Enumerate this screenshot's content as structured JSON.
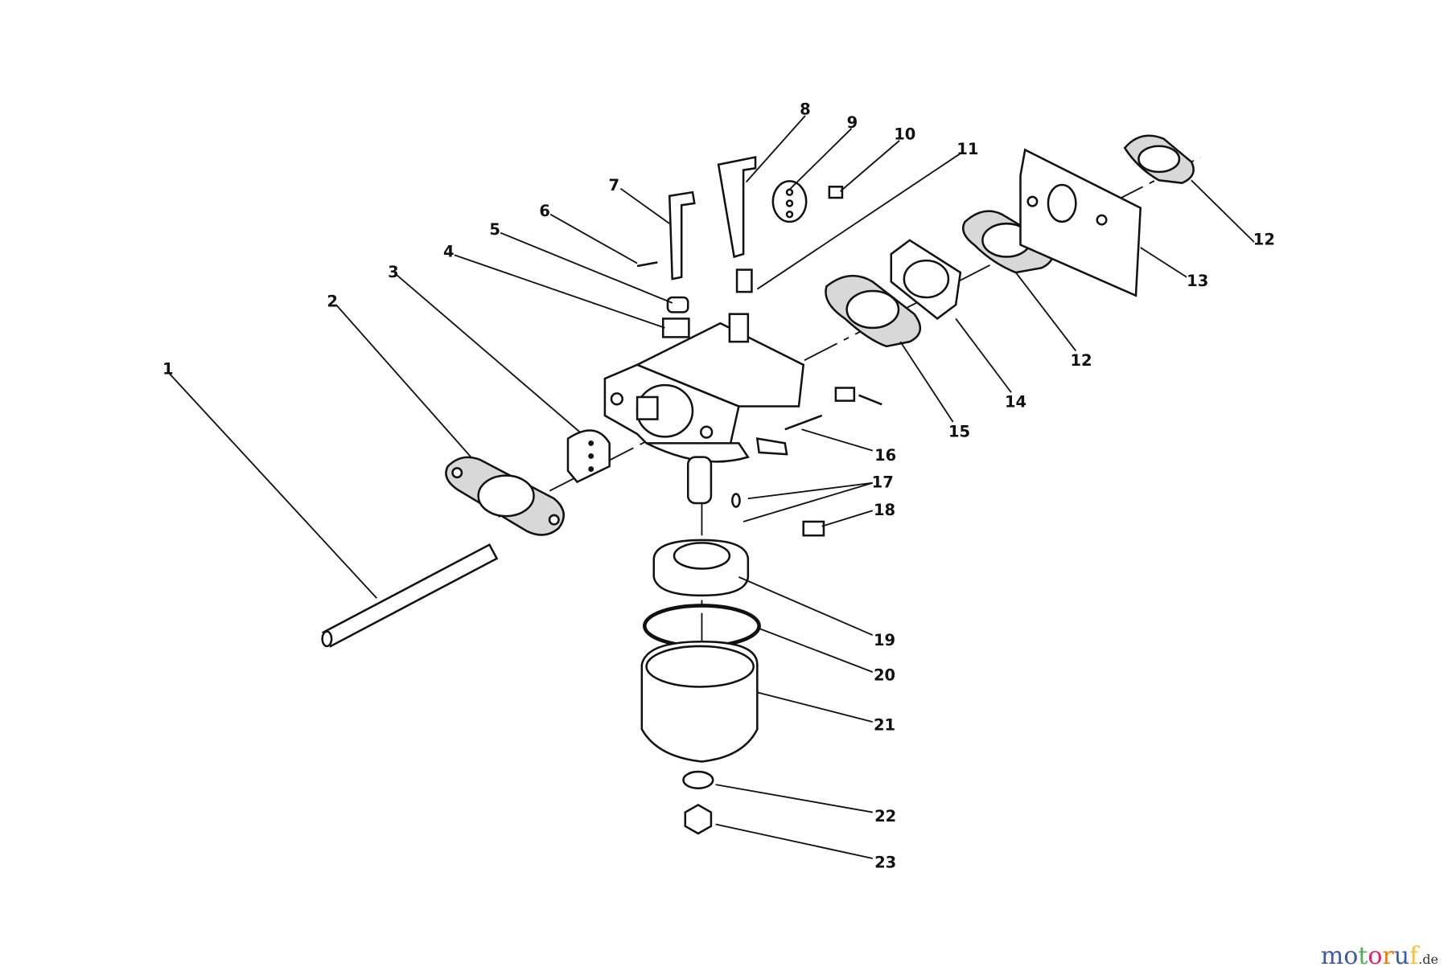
{
  "callouts": [
    "1",
    "2",
    "3",
    "4",
    "5",
    "6",
    "7",
    "8",
    "9",
    "10",
    "11",
    "12",
    "13",
    "12",
    "14",
    "15",
    "16",
    "17",
    "18",
    "19",
    "20",
    "21",
    "22",
    "23"
  ],
  "watermark": {
    "text": "motoruf",
    "suffix": ".de",
    "colors": [
      "#3b5ba5",
      "#3b5ba5",
      "#4caf50",
      "#e91e63",
      "#f57c00",
      "#3b5ba5",
      "#fbc02d"
    ]
  }
}
